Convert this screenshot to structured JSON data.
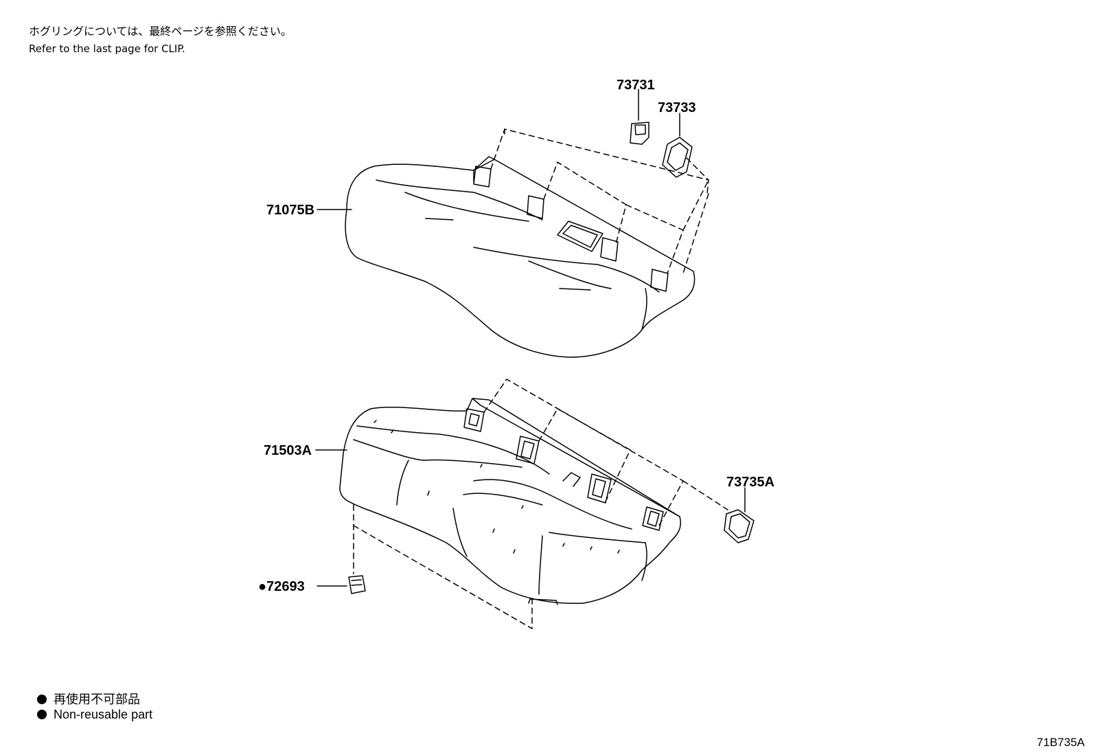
{
  "header": {
    "note_jp": "ホグリングについては、最終ページを参照ください。",
    "note_en": "Refer to the last page for CLIP."
  },
  "parts": {
    "p73731": "73731",
    "p73733": "73733",
    "p71075B": "71075B",
    "p71503A": "71503A",
    "p73735A": "73735A",
    "p72693": "●72693"
  },
  "legend": {
    "jp": "再使用不可部品",
    "en": "Non-reusable part"
  },
  "diagram_code": "71B735A"
}
